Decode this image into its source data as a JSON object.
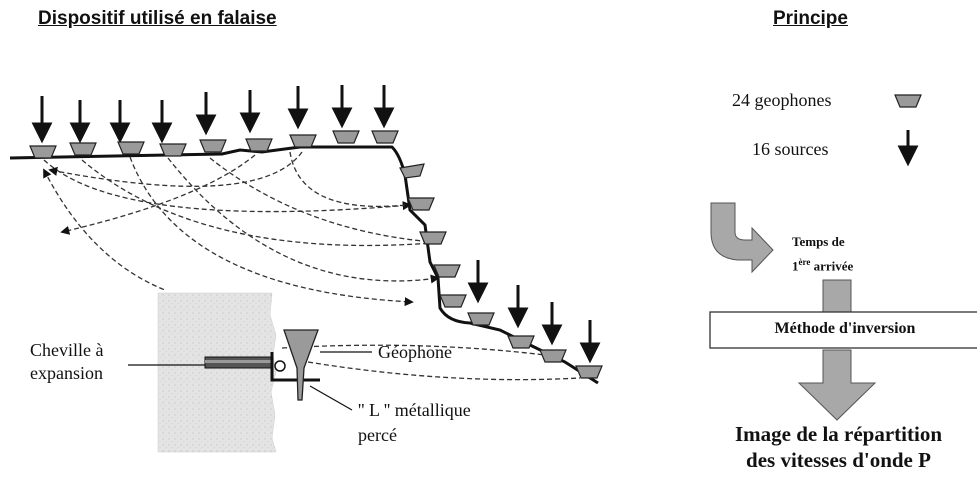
{
  "left_panel": {
    "title": "Dispositif utilisé en falaise",
    "labels": {
      "anchor": [
        "Cheville à",
        "expansion"
      ],
      "geophone": "Géophone",
      "bracket": [
        "'' L '' métallique",
        "percé"
      ]
    }
  },
  "right_panel": {
    "title": "Principe",
    "legend": {
      "geophones": "24 geophones",
      "sources": "16 sources"
    },
    "first_arrival": {
      "line1": "Temps de",
      "line2_prefix": "1",
      "line2_sup": "ère",
      "line2_suffix": " arrivée"
    },
    "method_box": "Méthode d'inversion",
    "result": [
      "Image de la répartition",
      "des vitesses d'onde P"
    ]
  },
  "colors": {
    "geophone_fill": "#9a9a9a",
    "arrow_fill": "#a8a8a8",
    "rock_fill": "#e2e2e2",
    "ink": "#111111"
  }
}
